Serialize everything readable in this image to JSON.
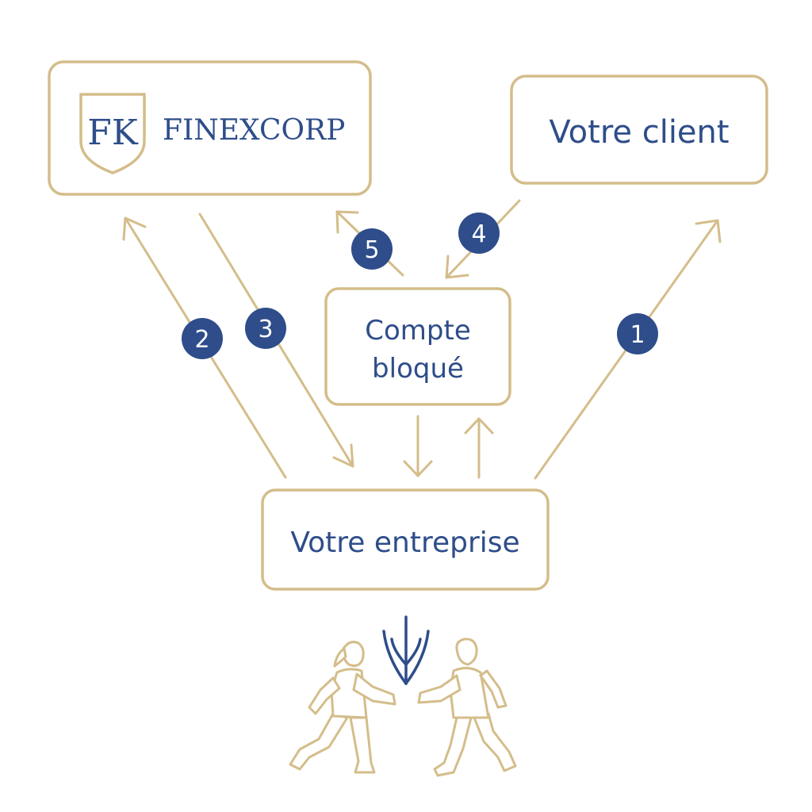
{
  "colors": {
    "gold": "#d4bd8a",
    "navy": "#2e4d8a",
    "background": "#ffffff"
  },
  "nodes": {
    "finexcorp": {
      "logo_monogram": "FK",
      "name": "FINEXCORP",
      "icon": "shield-logo-icon"
    },
    "client": {
      "label": "Votre client"
    },
    "escrow": {
      "line1": "Compte",
      "line2": "bloqué"
    },
    "company": {
      "label": "Votre entreprise"
    }
  },
  "steps": [
    {
      "number": "1"
    },
    {
      "number": "2"
    },
    {
      "number": "3"
    },
    {
      "number": "4"
    },
    {
      "number": "5"
    }
  ],
  "illustration": {
    "icons": [
      "person-left-icon",
      "person-right-icon",
      "sprout-icon"
    ]
  }
}
